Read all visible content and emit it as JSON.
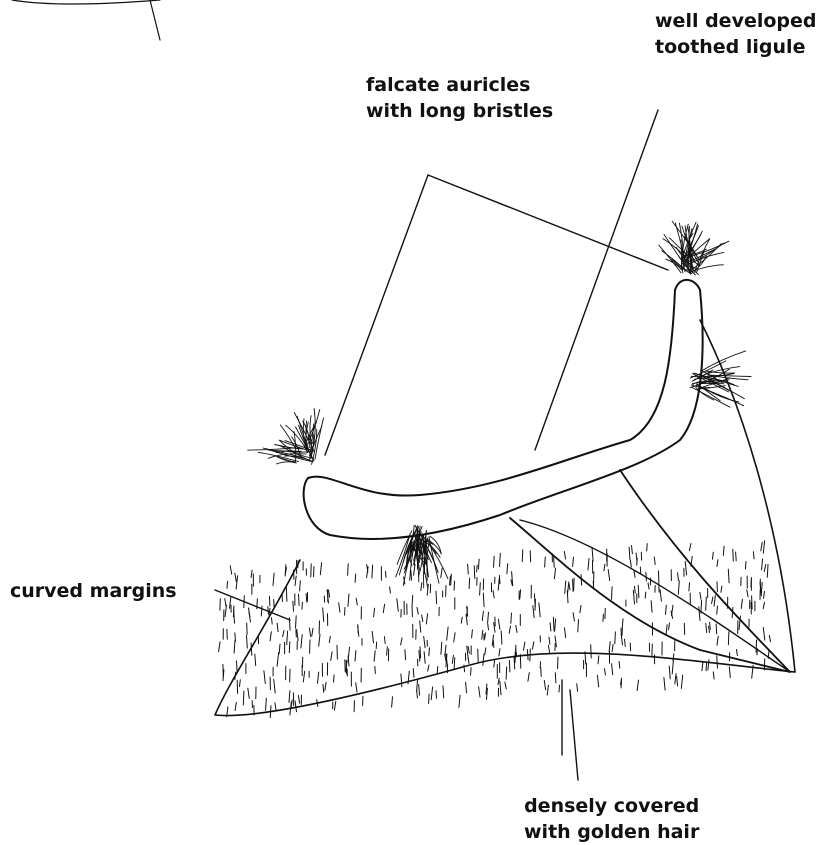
{
  "labels": {
    "ligule": {
      "line1": "well developed",
      "line2": "toothed ligule"
    },
    "auricles": {
      "line1": "falcate auricles",
      "line2": "with long bristles"
    },
    "margins": {
      "text": "curved margins"
    },
    "hair": {
      "line1": "densely covered",
      "line2": "with golden hair"
    }
  },
  "colors": {
    "ink": "#111111",
    "background": "#ffffff"
  }
}
